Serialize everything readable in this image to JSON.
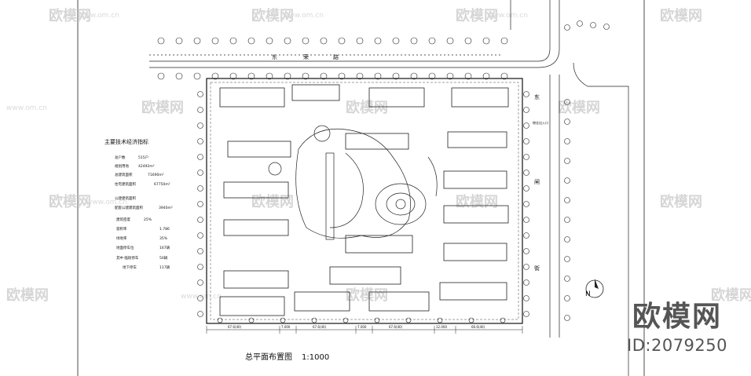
{
  "drawing": {
    "title": "总平面布置图",
    "scale": "1:1000",
    "road_top": [
      "东",
      "荣",
      "路"
    ],
    "road_right": [
      "东",
      "闸",
      "街"
    ],
    "north_label": "N",
    "gate_label": "物业出入口"
  },
  "table": {
    "heading": "主要技术经济指标",
    "rows": [
      {
        "label": "总户数",
        "value": "515户"
      },
      {
        "label": "规划用地",
        "value": "42492m²"
      },
      {
        "label": "总建筑面积",
        "value": "71690m²"
      },
      {
        "label": "住宅建筑面积",
        "value": "67750m²"
      },
      {
        "label": "公建建筑面积",
        "value": ""
      },
      {
        "label": "配套公建建筑面积",
        "value": "3940m²"
      },
      {
        "label": "建筑密度",
        "value": "25%"
      },
      {
        "label": "容积率",
        "value": "1.786"
      },
      {
        "label": "绿地率",
        "value": "35%"
      },
      {
        "label": "地面停车位",
        "value": "167辆"
      },
      {
        "label": "其中  临街停车",
        "value": "50辆"
      },
      {
        "label": "地下停车",
        "value": "117辆"
      }
    ]
  },
  "dimensions": [
    "67.6(40)",
    "7.000",
    "67.6(40)",
    "7.000",
    "67.6(40)",
    "12.000",
    "66.6(40)"
  ],
  "watermarks": {
    "brand": "欧模网",
    "url": "www.om.cn",
    "id": "ID:2079250"
  }
}
